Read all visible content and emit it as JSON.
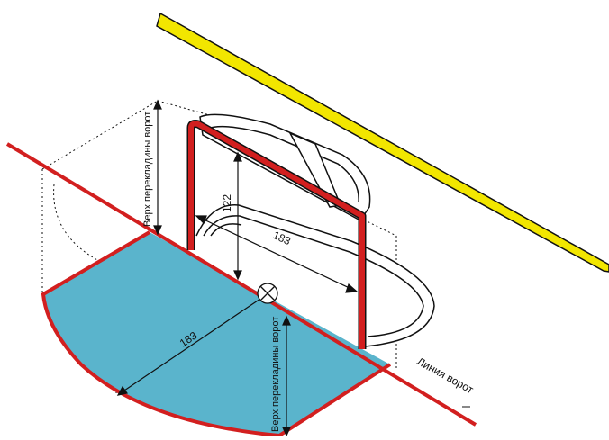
{
  "labels": {
    "crossbar_height": "122",
    "goal_width": "183",
    "crease_radius": "183",
    "crossbar_top_upper": "Верх перекладины ворот",
    "crossbar_top_lower": "Верх перекладины ворот",
    "goal_line": "Линия ворот"
  },
  "colors": {
    "crease_fill": "#5ab4cc",
    "red": "#d21f1f",
    "yellow": "#f2e600",
    "outline": "#111111"
  }
}
